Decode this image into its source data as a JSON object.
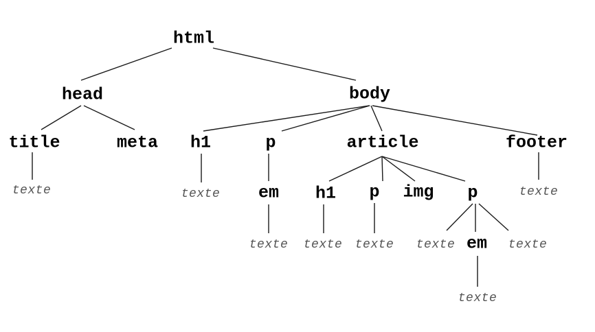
{
  "nodes": [
    {
      "id": "html",
      "label": "html",
      "kind": "tag",
      "parent": null
    },
    {
      "id": "head",
      "label": "head",
      "kind": "tag",
      "parent": "html"
    },
    {
      "id": "body",
      "label": "body",
      "kind": "tag",
      "parent": "html"
    },
    {
      "id": "title",
      "label": "title",
      "kind": "tag",
      "parent": "head"
    },
    {
      "id": "meta",
      "label": "meta",
      "kind": "tag",
      "parent": "head"
    },
    {
      "id": "title-text",
      "label": "texte",
      "kind": "text",
      "parent": "title"
    },
    {
      "id": "body-h1",
      "label": "h1",
      "kind": "tag",
      "parent": "body"
    },
    {
      "id": "body-p",
      "label": "p",
      "kind": "tag",
      "parent": "body"
    },
    {
      "id": "article",
      "label": "article",
      "kind": "tag",
      "parent": "body"
    },
    {
      "id": "footer",
      "label": "footer",
      "kind": "tag",
      "parent": "body"
    },
    {
      "id": "body-h1-text",
      "label": "texte",
      "kind": "text",
      "parent": "body-h1"
    },
    {
      "id": "body-p-em",
      "label": "em",
      "kind": "tag",
      "parent": "body-p"
    },
    {
      "id": "body-p-em-text",
      "label": "texte",
      "kind": "text",
      "parent": "body-p-em"
    },
    {
      "id": "footer-text",
      "label": "texte",
      "kind": "text",
      "parent": "footer"
    },
    {
      "id": "article-h1",
      "label": "h1",
      "kind": "tag",
      "parent": "article"
    },
    {
      "id": "article-p1",
      "label": "p",
      "kind": "tag",
      "parent": "article"
    },
    {
      "id": "article-img",
      "label": "img",
      "kind": "tag",
      "parent": "article"
    },
    {
      "id": "article-p2",
      "label": "p",
      "kind": "tag",
      "parent": "article"
    },
    {
      "id": "article-h1-text",
      "label": "texte",
      "kind": "text",
      "parent": "article-h1"
    },
    {
      "id": "article-p1-text",
      "label": "texte",
      "kind": "text",
      "parent": "article-p1"
    },
    {
      "id": "article-p2-text1",
      "label": "texte",
      "kind": "text",
      "parent": "article-p2"
    },
    {
      "id": "article-p2-em",
      "label": "em",
      "kind": "tag",
      "parent": "article-p2"
    },
    {
      "id": "article-p2-text2",
      "label": "texte",
      "kind": "text",
      "parent": "article-p2"
    },
    {
      "id": "article-p2-em-text",
      "label": "texte",
      "kind": "text",
      "parent": "article-p2-em"
    }
  ]
}
